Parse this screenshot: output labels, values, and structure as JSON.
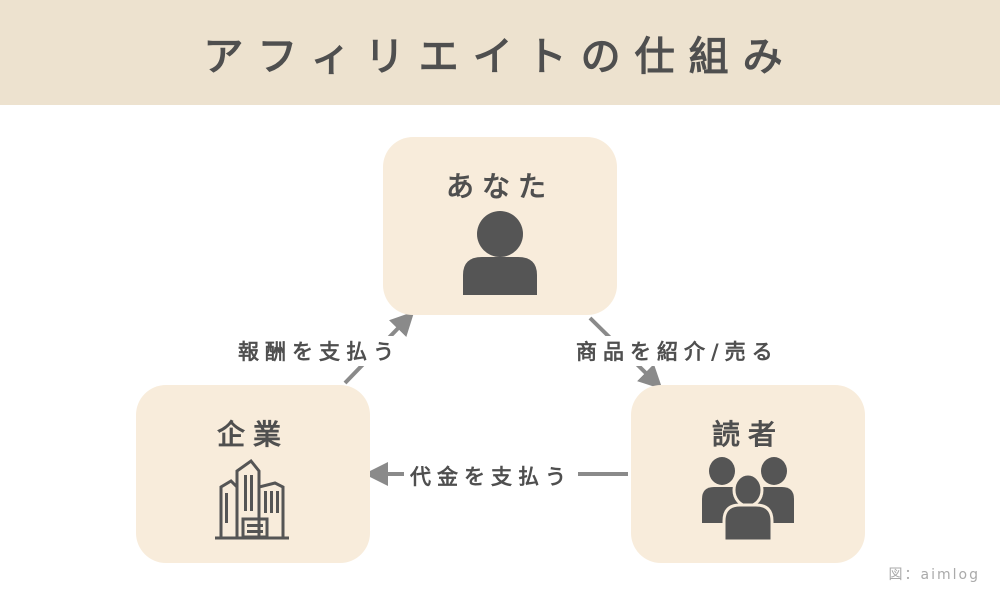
{
  "title": "アフィリエイトの仕組み",
  "nodes": {
    "you": {
      "label": "あなた",
      "icon": "person-icon"
    },
    "company": {
      "label": "企業",
      "icon": "building-icon"
    },
    "reader": {
      "label": "読者",
      "icon": "group-icon"
    }
  },
  "edges": {
    "company_to_you": "報酬を支払う",
    "you_to_reader": "商品を紹介/売る",
    "reader_to_company": "代金を支払う"
  },
  "credit": "図：aimlog",
  "colors": {
    "header": "#ede2cf",
    "box": "#f8ecdb",
    "text": "#4f4f4f",
    "arrow": "#8a8a8a"
  }
}
